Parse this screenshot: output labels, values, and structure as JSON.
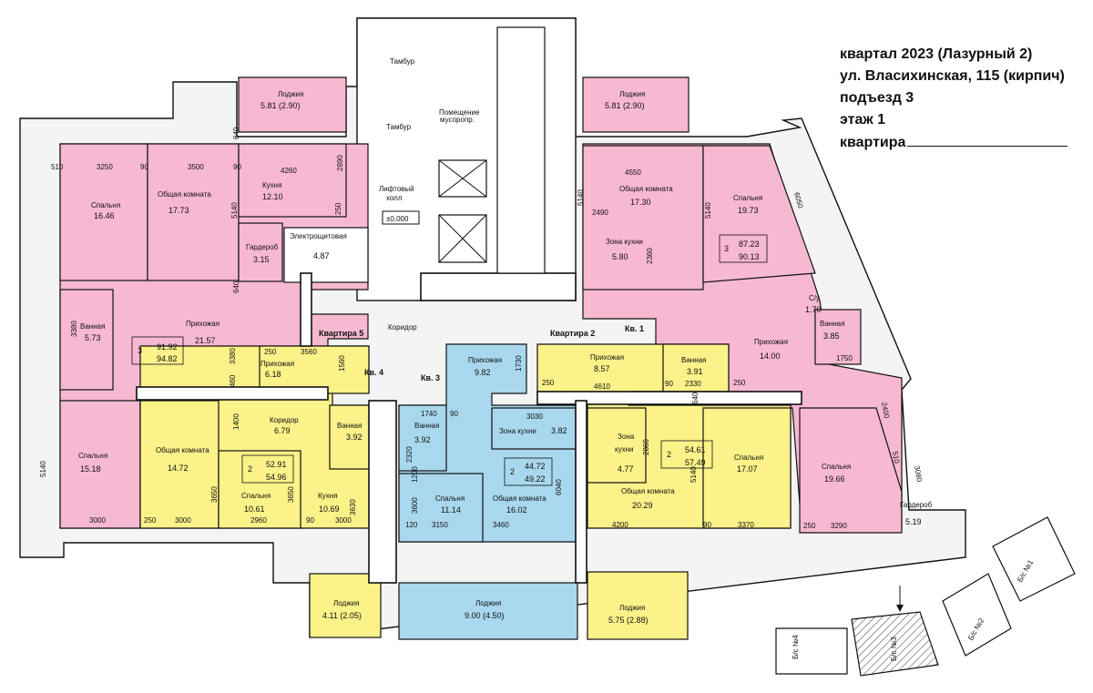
{
  "header": {
    "line1": "квартал 2023 (Лазурный 2)",
    "line2": "ул. Власихинская, 115 (кирпич)",
    "line3": "подъезд 3",
    "line4": "этаж 1",
    "line5": "квартира"
  },
  "colors": {
    "pink": "#f7b8d2",
    "yellow": "#fbf289",
    "blue": "#a9d8ee"
  },
  "common": {
    "tambur1": "Тамбур",
    "tambur2": "Тамбур",
    "garbage1": "Помещение",
    "garbage2": "мусоропр.",
    "lift1": "Лифтовый",
    "lift2": "холл",
    "level": "±0,000",
    "corridor": "Коридор",
    "elec": "Электрощитовая",
    "elec_area": "4.87"
  },
  "apt_labels": {
    "kv5": "Квартира 5",
    "kv4": "Кв. 4",
    "kv3": "Кв. 3",
    "kv2": "Квартира 2",
    "kv1": "Кв. 1"
  },
  "rooms": {
    "a5_loggia": "Лоджия",
    "a5_loggia_area": "5.81 (2.90)",
    "a5_bed": "Спальня",
    "a5_bed_area": "16.46",
    "a5_living": "Общая комната",
    "a5_living_area": "17.73",
    "a5_kitchen": "Кухня",
    "a5_kitchen_area": "12.10",
    "a5_wardrobe": "Гардероб",
    "a5_wardrobe_area": "3.15",
    "a5_bath": "Ванная",
    "a5_bath_area": "5.73",
    "a5_hall": "Прихожая",
    "a5_hall_area": "21.57",
    "a5_bed2": "Спальня",
    "a5_bed2_area": "15.18",
    "a5_box1": "3",
    "a5_box2": "91.92",
    "a5_box3": "94.82",
    "a4_hall": "Прихожая",
    "a4_hall_area": "6.18",
    "a4_corr": "Коридор",
    "a4_corr_area": "6.79",
    "a4_bath": "Ванная",
    "a4_bath_area": "3.92",
    "a4_living": "Общая комната",
    "a4_living_area": "14.72",
    "a4_bed": "Спальня",
    "a4_bed_area": "10.61",
    "a4_kitchen": "Кухня",
    "a4_kitchen_area": "10.69",
    "a4_box1": "2",
    "a4_box2": "52.91",
    "a4_box3": "54.96",
    "a4_loggia": "Лоджия",
    "a4_loggia_area": "4.11 (2.05)",
    "a3_hall": "Прихожая",
    "a3_hall_area": "9.82",
    "a3_bath": "Ванная",
    "a3_bath_area": "3.92",
    "a3_kz": "Зона кухни",
    "a3_kz_area": "3.82",
    "a3_bed": "Спальня",
    "a3_bed_area": "11.14",
    "a3_living": "Общая комната",
    "a3_living_area": "16.02",
    "a3_box1": "2",
    "a3_box2": "44.72",
    "a3_box3": "49.22",
    "a3_loggia": "Лоджия",
    "a3_loggia_area": "9.00 (4.50)",
    "a2_hall": "Прихожая",
    "a2_hall_area": "8.57",
    "a2_bath": "Ванная",
    "a2_bath_area": "3.91",
    "a2_kz1": "Зона",
    "a2_kz2": "кухни",
    "a2_kz_area": "4.77",
    "a2_living": "Общая комната",
    "a2_living_area": "20.29",
    "a2_bed": "Спальня",
    "a2_bed_area": "17.07",
    "a2_box1": "2",
    "a2_box2": "54.61",
    "a2_box3": "57.49",
    "a2_loggia": "Лоджия",
    "a2_loggia_area": "5.75 (2.88)",
    "a1_loggia": "Лоджия",
    "a1_loggia_area": "5.81 (2.90)",
    "a1_living": "Общая комната",
    "a1_living_area": "17.30",
    "a1_kz": "Зона кухни",
    "a1_kz_area": "5.80",
    "a1_bed": "Спальня",
    "a1_bed_area": "19.73",
    "a1_box1": "3",
    "a1_box2": "87.23",
    "a1_box3": "90.13",
    "a1_wc": "С/у",
    "a1_wc_area": "1.70",
    "a1_bath": "Ванная",
    "a1_bath_area": "3.85",
    "a1_hall": "Прихожая",
    "a1_hall_area": "14.00",
    "a1_bed2": "Спальня",
    "a1_bed2_area": "19.66",
    "a1_wardrobe": "Гардероб",
    "a1_wardrobe_area": "5.19"
  },
  "dims": {
    "d3250": "3250",
    "d3500": "3500",
    "d4260": "4260",
    "d90a": "90",
    "d90b": "90",
    "d510": "510",
    "d5140a": "5140",
    "d2890": "2890",
    "d640a": "640",
    "d640b": "640",
    "d250a": "250",
    "d3380a": "3380",
    "d3380b": "3380",
    "d460": "460",
    "d5140b": "5140",
    "d3000a": "3000",
    "d3000b": "3000",
    "d250b": "250",
    "d3000c": "3000",
    "d2960": "2960",
    "d90c": "90",
    "d3560": "3560",
    "d250c": "250",
    "d1560": "1560",
    "d1400": "1400",
    "d3650a": "3650",
    "d3650b": "3650",
    "d3630": "3630",
    "d1740": "1740",
    "d90d": "90",
    "d2320": "2320",
    "d1200": "1200",
    "d3600": "3600",
    "d120": "120",
    "d3150": "3150",
    "d3460": "3460",
    "d3030": "3030",
    "d6040": "6040",
    "d1730": "1730",
    "d250d": "250",
    "d4610": "4610",
    "d2330": "2330",
    "d90e": "90",
    "d2860": "2860",
    "d4200": "4200",
    "d90f": "90",
    "d3370": "3370",
    "d5140c": "5140",
    "d4550": "4550",
    "d5140d": "5140",
    "d2490": "2490",
    "d2360": "2360",
    "d5140e": "5140",
    "d6050": "6050",
    "d1750": "1750",
    "d250e": "250",
    "d6400": "640",
    "d2400": "2400",
    "d3290": "3290",
    "d250f": "250",
    "d3080": "3080",
    "d510b": "510"
  },
  "keyplan": {
    "s4": "Б/с №4",
    "s3": "Б/с №3",
    "s2": "Б/с №2",
    "s1": "Б/с №1"
  }
}
